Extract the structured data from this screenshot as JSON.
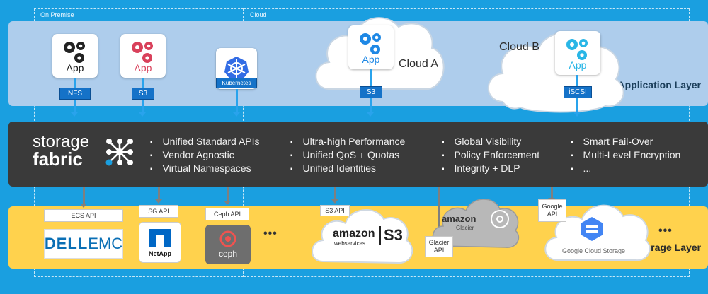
{
  "zones": {
    "on_premise": "On Premise",
    "cloud": "Cloud"
  },
  "layers": {
    "application": "Application Layer",
    "storage": "Storage Layer"
  },
  "apps": [
    {
      "label": "App",
      "protocol": "NFS",
      "gear_color": "#222222",
      "label_color": "#111111"
    },
    {
      "label": "App",
      "protocol": "S3",
      "gear_color": "#d9415b",
      "label_color": "#d9415b"
    },
    {
      "label": "",
      "protocol": "Kubernetes",
      "gear_color": "#326ce5",
      "label_color": "#326ce5"
    },
    {
      "label": "App",
      "protocol": "S3",
      "gear_color": "#1e88e5",
      "label_color": "#1e88e5"
    },
    {
      "label": "App",
      "protocol": "iSCSI",
      "gear_color": "#29b6e6",
      "label_color": "#29b6e6"
    }
  ],
  "clouds": {
    "a": "Cloud A",
    "b": "Cloud B"
  },
  "fabric": {
    "logo_top": "storage",
    "logo_bottom": "fabric",
    "columns": [
      [
        "Unified Standard APIs",
        "Vendor Agnostic",
        "Virtual Namespaces"
      ],
      [
        "Ultra-high Performance",
        "Unified QoS + Quotas",
        "Unified Identities"
      ],
      [
        "Global Visibility",
        "Policy Enforcement",
        "Integrity + DLP"
      ],
      [
        "Smart Fail-Over",
        "Multi-Level Encryption",
        "..."
      ]
    ]
  },
  "storage": {
    "ecs_api": "ECS API",
    "sg_api": "SG API",
    "ceph_api": "Ceph API",
    "s3_api": "S3 API",
    "glacier_api": "Glacier API",
    "google_api": "Google API",
    "dell_text_a": "DΕLL",
    "dell_text_b": "EMC",
    "netapp": "NetApp",
    "ceph": "ceph",
    "amazon": "amazon",
    "webservices": "webservices",
    "s3": "S3",
    "glacier": "Glacier",
    "google": "Google Cloud Storage",
    "more1": "•••",
    "more2": "•••"
  },
  "colors": {
    "background": "#1a9fe0",
    "app_layer": "#aecdec",
    "fabric_layer": "#3a3a3a",
    "storage_layer": "#ffd24d",
    "protocol_box": "#1572c8"
  }
}
